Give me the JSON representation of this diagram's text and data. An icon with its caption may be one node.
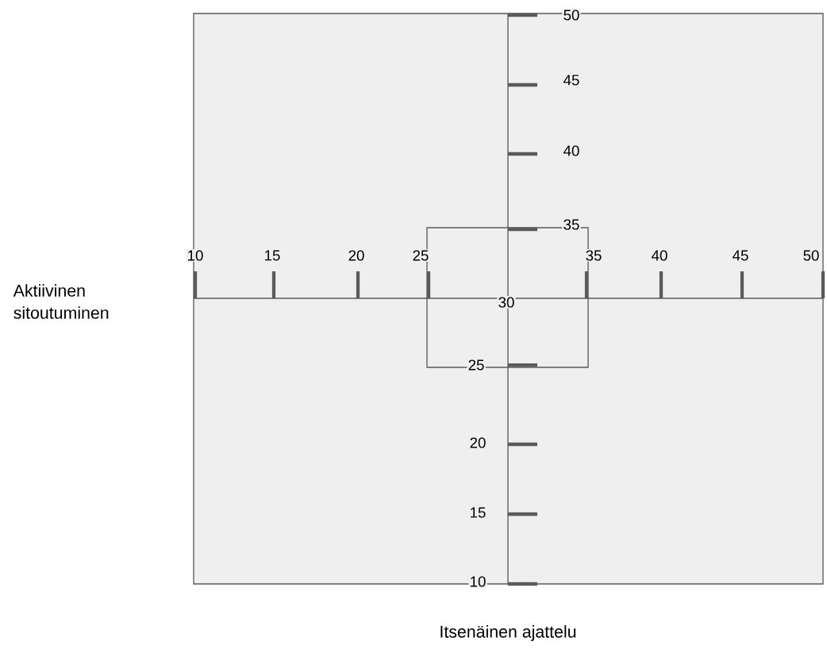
{
  "diagram": {
    "labels": [
      "50",
      "45",
      "40",
      "35",
      "10",
      "15",
      "20",
      "25",
      "35",
      "40",
      "45",
      "50",
      "Aktiivinen sitoutuminen",
      "30",
      "25",
      "20",
      "15",
      "10",
      "Itsenäinen ajattelu"
    ]
  }
}
